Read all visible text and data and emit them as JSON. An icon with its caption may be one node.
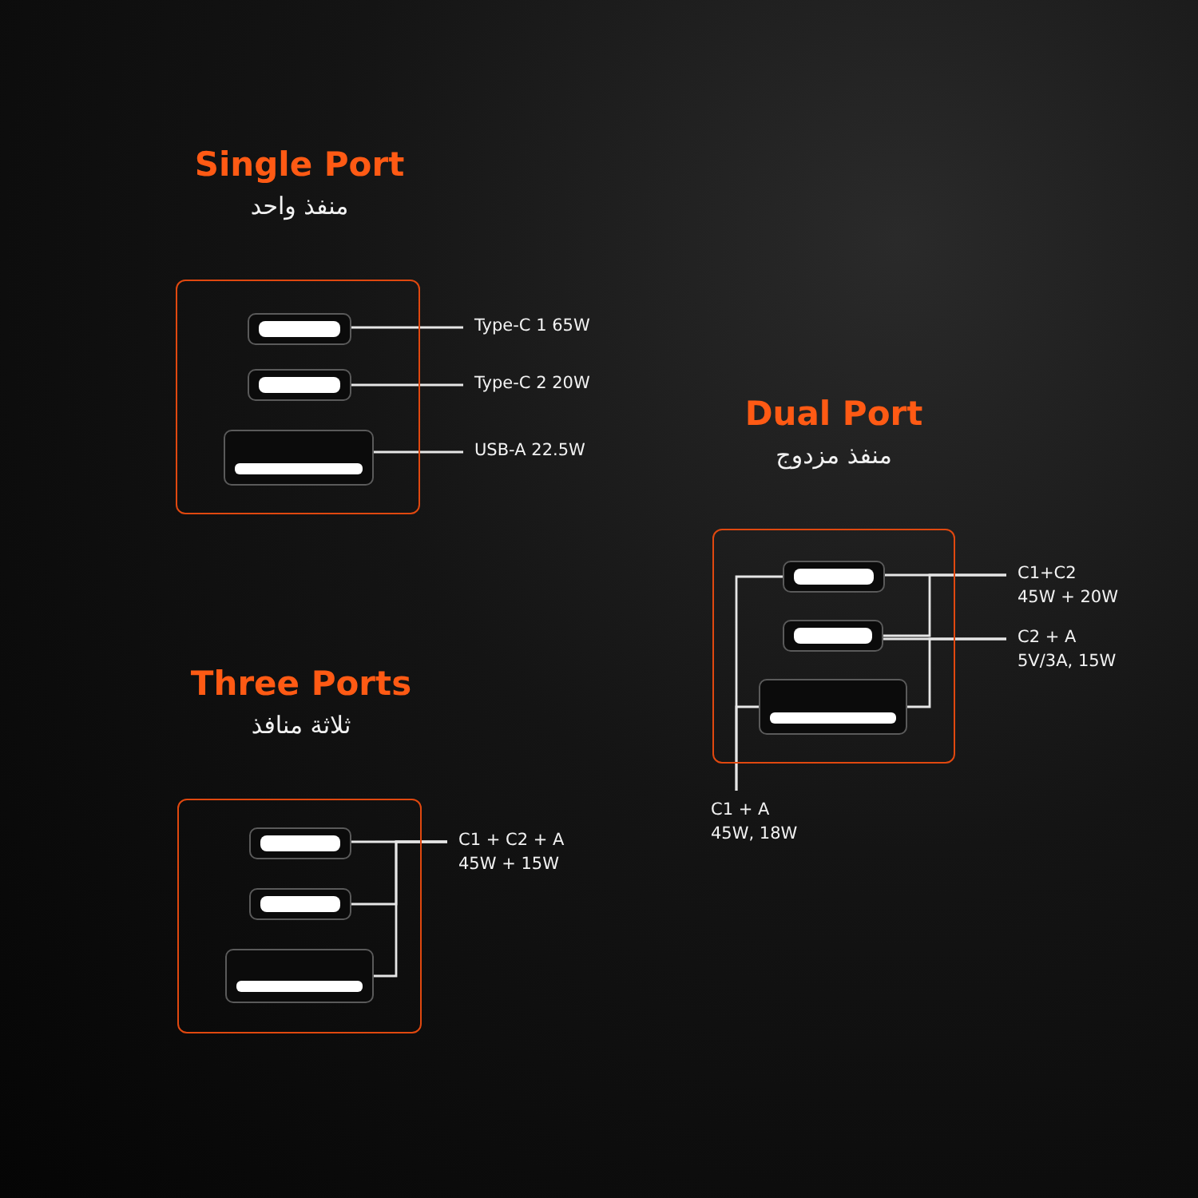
{
  "diagram": {
    "nodes": [
      {
        "text": [
          "Single Port",
          "منفذ واحد"
        ]
      },
      {
        "text": [],
        "shape": "box",
        "in": 0
      },
      {
        "text": [],
        "shape": "box",
        "in": 0
      },
      {
        "text": [],
        "shape": "box",
        "in": 0
      },
      {
        "text": [
          "Type-C 1 65W"
        ]
      },
      {
        "text": [
          "Type-C 2 20W"
        ]
      },
      {
        "text": [
          "USB-A 22.5W"
        ]
      },
      {
        "text": [
          "Dual Port",
          "منفذ مزدوج"
        ]
      },
      {
        "text": [],
        "shape": "box",
        "in": 7
      },
      {
        "text": [],
        "shape": "box",
        "in": 7
      },
      {
        "text": [],
        "shape": "box",
        "in": 7
      },
      {
        "text": [
          "C1+C2",
          "45W + 20W"
        ]
      },
      {
        "text": [
          "C2 + A",
          "5V/3A, 15W"
        ]
      },
      {
        "text": [
          "C1 + A",
          "45W, 18W"
        ]
      },
      {
        "text": [
          "Three Ports",
          "ثلاثة منافذ"
        ]
      },
      {
        "text": [],
        "shape": "box",
        "in": 14
      },
      {
        "text": [],
        "shape": "box",
        "in": 14
      },
      {
        "text": [],
        "shape": "box",
        "in": 14
      },
      {
        "text": [
          "C1 + C2 + A",
          "45W + 15W"
        ]
      }
    ],
    "edges": [
      {
        "from": 4,
        "to": 1,
        "arrow": "none"
      },
      {
        "from": 5,
        "to": 2,
        "arrow": "none"
      },
      {
        "from": 6,
        "to": 3,
        "arrow": "none"
      },
      {
        "from": 11,
        "to": 8,
        "arrow": "none"
      },
      {
        "from": 11,
        "to": 9,
        "arrow": "none"
      },
      {
        "from": 12,
        "to": 9,
        "arrow": "none"
      },
      {
        "from": 12,
        "to": 10,
        "arrow": "none"
      },
      {
        "from": 13,
        "to": 8,
        "arrow": "none"
      },
      {
        "from": 13,
        "to": 10,
        "arrow": "none"
      },
      {
        "from": 18,
        "to": 15,
        "arrow": "none"
      },
      {
        "from": 18,
        "to": 16,
        "arrow": "none"
      },
      {
        "from": 18,
        "to": 17,
        "arrow": "none"
      }
    ]
  }
}
